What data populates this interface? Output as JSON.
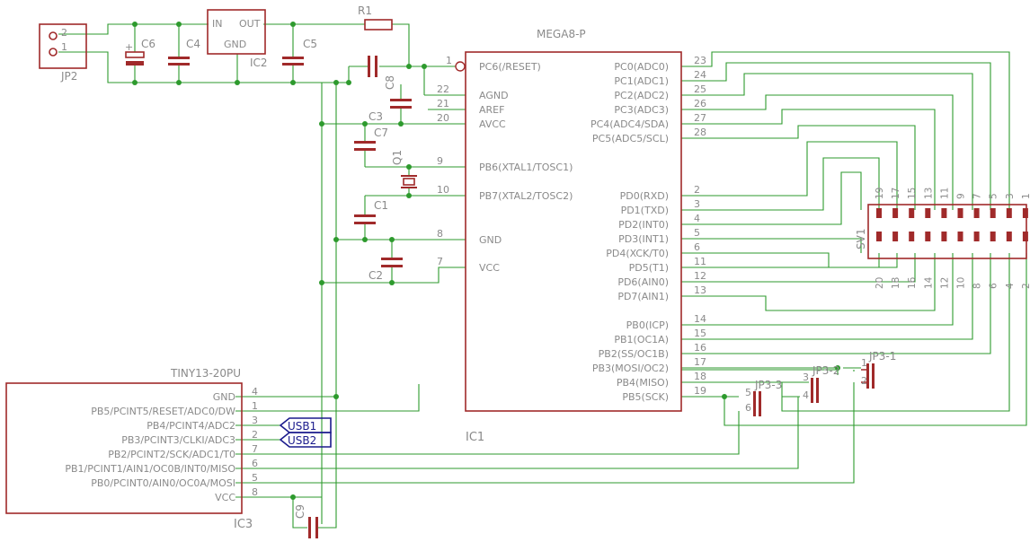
{
  "parts": {
    "jp2": {
      "name": "JP2",
      "pin1": "1",
      "pin2": "2"
    },
    "c6": "C6",
    "c4": "C4",
    "c5": "C5",
    "c3": "C3",
    "c7": "C7",
    "c8": "C8",
    "c1": "C1",
    "c2": "C2",
    "c9": "C9",
    "q1": "Q1",
    "r1": "R1",
    "ic2": {
      "name": "IC2",
      "in": "IN",
      "out": "OUT",
      "gnd": "GND"
    },
    "ic1": {
      "part": "MEGA8-P",
      "name": "IC1"
    },
    "ic3": {
      "part": "TINY13-20PU",
      "name": "IC3"
    },
    "sv1": "SV1",
    "jp3_1": "JP3-1",
    "jp3_2": "JP3-2",
    "jp3_3": "JP3-3",
    "usb1": "USB1",
    "usb2": "USB2",
    "plus": "+"
  },
  "mega_left": [
    {
      "num": "1",
      "name": "PC6(/RESET)"
    },
    {
      "num": "22",
      "name": "AGND"
    },
    {
      "num": "21",
      "name": "AREF"
    },
    {
      "num": "20",
      "name": "AVCC"
    },
    {
      "num": "9",
      "name": "PB6(XTAL1/TOSC1)"
    },
    {
      "num": "10",
      "name": "PB7(XTAL2/TOSC2)"
    },
    {
      "num": "8",
      "name": "GND"
    },
    {
      "num": "7",
      "name": "VCC"
    }
  ],
  "mega_right": [
    {
      "num": "23",
      "name": "PC0(ADC0)"
    },
    {
      "num": "24",
      "name": "PC1(ADC1)"
    },
    {
      "num": "25",
      "name": "PC2(ADC2)"
    },
    {
      "num": "26",
      "name": "PC3(ADC3)"
    },
    {
      "num": "27",
      "name": "PC4(ADC4/SDA)"
    },
    {
      "num": "28",
      "name": "PC5(ADC5/SCL)"
    },
    {
      "num": "2",
      "name": "PD0(RXD)"
    },
    {
      "num": "3",
      "name": "PD1(TXD)"
    },
    {
      "num": "4",
      "name": "PD2(INT0)"
    },
    {
      "num": "5",
      "name": "PD3(INT1)"
    },
    {
      "num": "6",
      "name": "PD4(XCK/T0)"
    },
    {
      "num": "11",
      "name": "PD5(T1)"
    },
    {
      "num": "12",
      "name": "PD6(AIN0)"
    },
    {
      "num": "13",
      "name": "PD7(AIN1)"
    },
    {
      "num": "14",
      "name": "PB0(ICP)"
    },
    {
      "num": "15",
      "name": "PB1(OC1A)"
    },
    {
      "num": "16",
      "name": "PB2(SS/OC1B)"
    },
    {
      "num": "17",
      "name": "PB3(MOSI/OC2)"
    },
    {
      "num": "18",
      "name": "PB4(MISO)"
    },
    {
      "num": "19",
      "name": "PB5(SCK)"
    }
  ],
  "tiny_pins": [
    {
      "num": "4",
      "name": "GND"
    },
    {
      "num": "1",
      "name": "PB5/PCINT5/RESET/ADC0/DW"
    },
    {
      "num": "3",
      "name": "PB4/PCINT4/ADC2"
    },
    {
      "num": "2",
      "name": "PB3/PCINT3/CLKI/ADC3"
    },
    {
      "num": "7",
      "name": "PB2/PCINT2/SCK/ADC1/T0"
    },
    {
      "num": "6",
      "name": "PB1/PCINT1/AIN1/OC0B/INT0/MISO"
    },
    {
      "num": "5",
      "name": "PB0/PCINT0/AIN0/OC0A/MOSI"
    },
    {
      "num": "8",
      "name": "VCC"
    }
  ],
  "sv1_top": [
    "19",
    "17",
    "15",
    "13",
    "11",
    "9",
    "7",
    "5",
    "3",
    "1"
  ],
  "sv1_bottom": [
    "20",
    "18",
    "16",
    "14",
    "12",
    "10",
    "8",
    "6",
    "4",
    "2"
  ],
  "jp3_pins": [
    "1",
    "2",
    "3",
    "4",
    "5",
    "6"
  ]
}
